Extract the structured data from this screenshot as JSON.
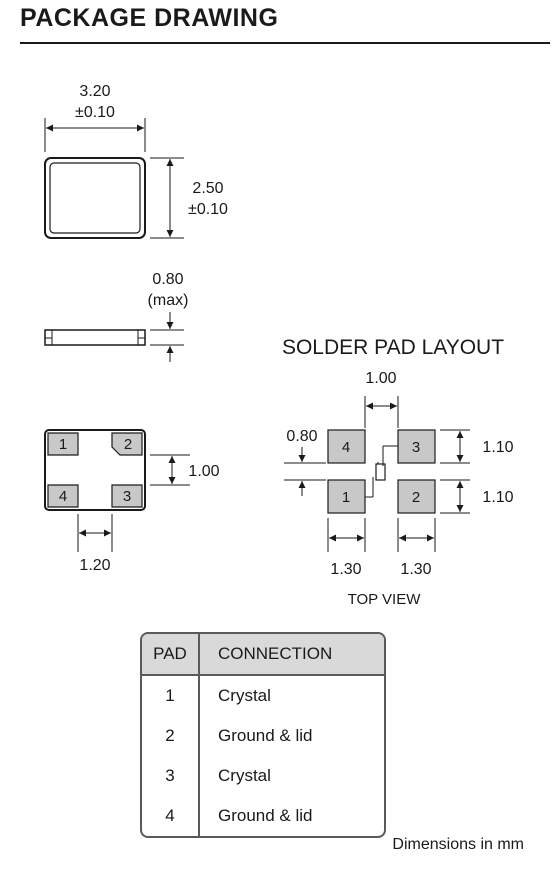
{
  "header": {
    "title": "PACKAGE DRAWING"
  },
  "package": {
    "width": "3.20",
    "width_tol": "±0.10",
    "height": "2.50",
    "height_tol": "±0.10",
    "thickness": "0.80",
    "thickness_note": "(max)",
    "pad_gap_vertical": "1.00",
    "pad_gap_horizontal": "1.20",
    "pad_labels": [
      "1",
      "2",
      "3",
      "4"
    ]
  },
  "solder_layout": {
    "title": "SOLDER PAD LAYOUT",
    "column_gap": "1.00",
    "row_gap": "0.80",
    "pad_height_top": "1.10",
    "pad_height_bottom": "1.10",
    "pad_width_left": "1.30",
    "pad_width_right": "1.30",
    "pad_labels": [
      "4",
      "3",
      "1",
      "2"
    ],
    "view_label": "TOP VIEW",
    "pad_fill": "#c8c8c8"
  },
  "pad_table": {
    "headers": [
      "PAD",
      "CONNECTION"
    ],
    "rows": [
      {
        "pad": "1",
        "connection": "Crystal"
      },
      {
        "pad": "2",
        "connection": "Ground & lid"
      },
      {
        "pad": "3",
        "connection": "Crystal"
      },
      {
        "pad": "4",
        "connection": "Ground & lid"
      }
    ]
  },
  "footnote": "Dimensions in mm"
}
